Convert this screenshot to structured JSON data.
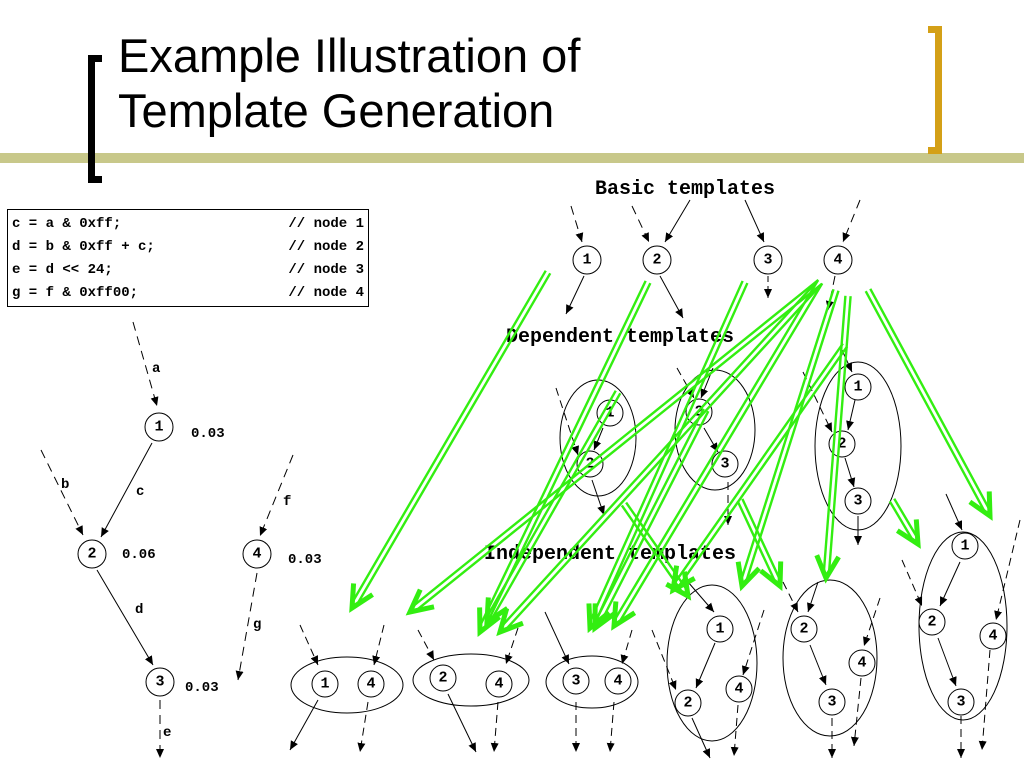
{
  "slide": {
    "title_line1": "Example Illustration of",
    "title_line2": "Template Generation"
  },
  "code": [
    {
      "stmt": "c = a & 0xff;",
      "comment": "// node 1"
    },
    {
      "stmt": "d = b & 0xff + c;",
      "comment": "// node 2"
    },
    {
      "stmt": "e = d << 24;",
      "comment": "// node 3"
    },
    {
      "stmt": "g = f & 0xff00;",
      "comment": "// node 4"
    }
  ],
  "graph": {
    "nodes": [
      {
        "id": "1",
        "weight": "0.03"
      },
      {
        "id": "2",
        "weight": "0.06"
      },
      {
        "id": "3",
        "weight": "0.03"
      },
      {
        "id": "4",
        "weight": "0.03"
      }
    ],
    "edge_labels": [
      "a",
      "b",
      "c",
      "d",
      "e",
      "f",
      "g"
    ]
  },
  "sections": {
    "basic": "Basic templates",
    "dependent": "Dependent templates",
    "independent": "Independent templates"
  },
  "colors": {
    "title_bar": "#c8c88a",
    "right_bracket": "#d4a017",
    "arrow_green": "#33ee11"
  }
}
